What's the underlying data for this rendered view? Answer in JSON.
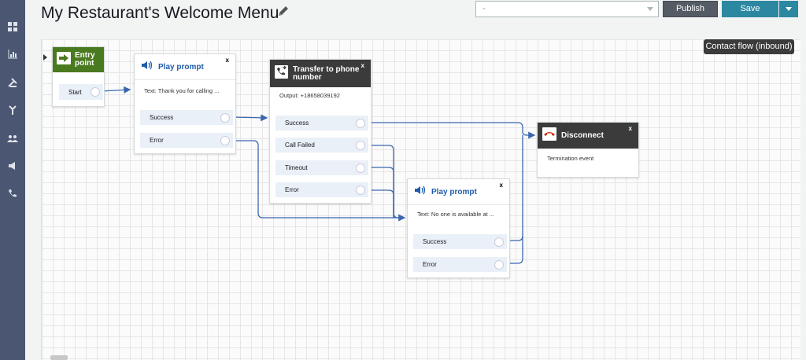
{
  "header": {
    "title": "My Restaurant's Welcome Menu",
    "select_value": "-",
    "publish_label": "Publish",
    "save_label": "Save"
  },
  "canvas": {
    "flow_type": "Contact flow (inbound)"
  },
  "nav": [
    "dashboard-icon",
    "metrics-icon",
    "routing-icon",
    "flows-icon",
    "users-icon",
    "campaigns-icon",
    "phone-icon"
  ],
  "blocks": {
    "entry": {
      "title": "Entry point",
      "port": "Start"
    },
    "play1": {
      "title": "Play prompt",
      "text": "Text: Thank you for calling ...",
      "ports": [
        "Success",
        "Error"
      ]
    },
    "transfer": {
      "title": "Transfer to phone number",
      "output": "Output: +18658039192",
      "ports": [
        "Success",
        "Call Failed",
        "Timeout",
        "Error"
      ]
    },
    "play2": {
      "title": "Play prompt",
      "text": "Text: No one is available at ...",
      "ports": [
        "Success",
        "Error"
      ]
    },
    "disconnect": {
      "title": "Disconnect",
      "text": "Termination event"
    }
  },
  "colors": {
    "nav": "#4a5672",
    "entry_head": "#4a7a1f",
    "header_dark": "#3b3b3b",
    "wire": "#3b67b0",
    "save": "#2c88a0",
    "publish": "#545b64",
    "disconnect_icon": "#d13212"
  }
}
